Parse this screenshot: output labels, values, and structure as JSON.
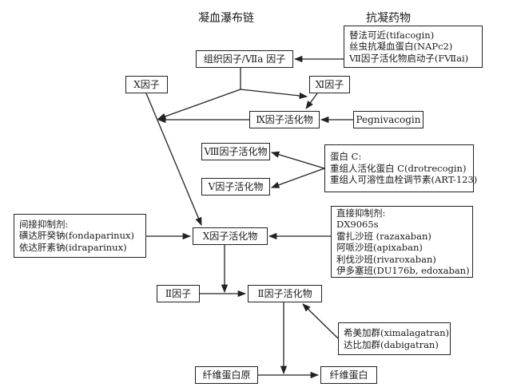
{
  "titles": {
    "cascade": "凝血瀑布链",
    "drugs": "抗凝药物"
  },
  "nodes": {
    "tissue_factor": "组织因子/Ⅶa 因子",
    "factor_x": "Ⅹ因子",
    "factor_xi": "Ⅺ因子",
    "factor_ixa": "Ⅸ因子活化物",
    "factor_viiia": "Ⅷ因子活化物",
    "factor_va": "Ⅴ因子活化物",
    "factor_xa": "Ⅹ因子活化物",
    "factor_ii": "Ⅱ因子",
    "factor_iia": "Ⅱ因子活化物",
    "fibrinogen": "纤维蛋白原",
    "fibrin": "纤维蛋白"
  },
  "drugs": {
    "tf_inhibitors": [
      "替法可近(tifacogin)",
      "丝虫抗凝血蛋白(NAPc2)",
      "Ⅶ因子活化物启动子(FⅦai)"
    ],
    "ix_inhibitor": "Pegnivacogin",
    "protein_c": [
      "蛋白 C:",
      "重组人活化蛋白 C(drotrecogin)",
      "重组人可溶性血栓调节素(ART-123)"
    ],
    "indirect_inhibitors": [
      "间接抑制剂:",
      "磺达肝癸钠(fondaparinux)",
      "依达肝素钠(idraparinux)"
    ],
    "direct_inhibitors": [
      "直接抑制剂:",
      "DX9065s",
      "雷扎沙班 (razaxaban)",
      "阿哌沙班(apixaban)",
      "利伐沙班(rivaroxaban)",
      "伊多塞班(DU176b, edoxaban)"
    ],
    "thrombin_inhibitors": [
      "希美加群(ximalagatran)",
      "达比加群(dabigatran)"
    ]
  },
  "colors": {
    "line": "#222222",
    "text": "#1a1a1a"
  }
}
